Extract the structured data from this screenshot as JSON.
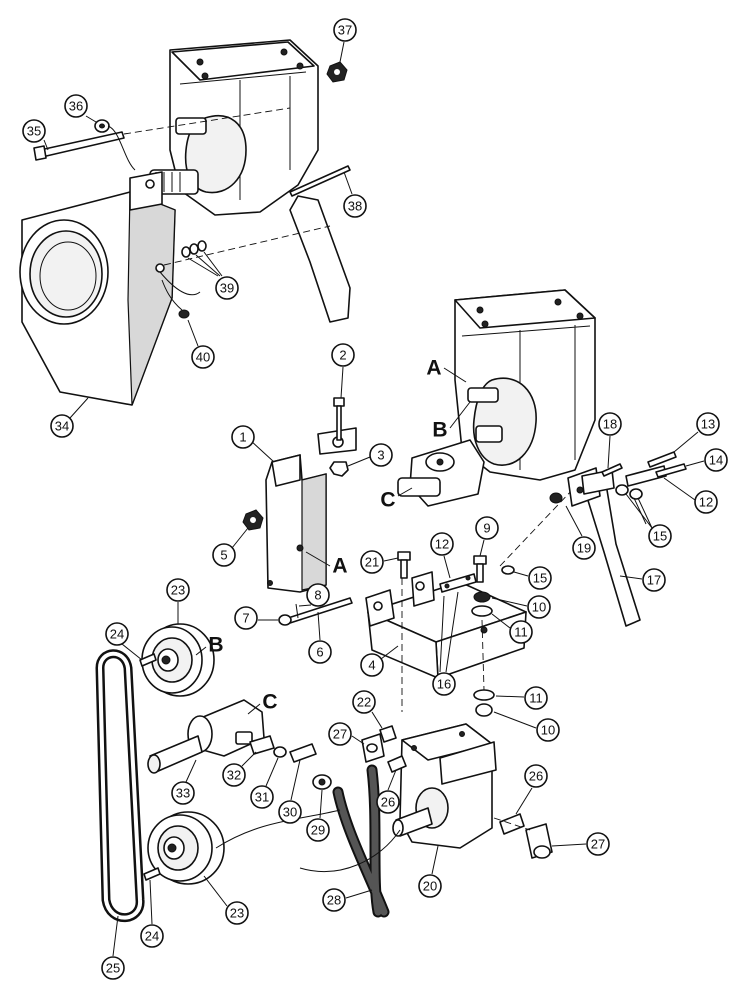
{
  "callouts": [
    "1",
    "2",
    "3",
    "4",
    "5",
    "6",
    "7",
    "8",
    "9",
    "10",
    "10",
    "11",
    "11",
    "12",
    "12",
    "13",
    "14",
    "15",
    "15",
    "15",
    "16",
    "17",
    "18",
    "19",
    "20",
    "21",
    "22",
    "23",
    "23",
    "24",
    "24",
    "25",
    "26",
    "26",
    "27",
    "27",
    "28",
    "29",
    "30",
    "31",
    "32",
    "33",
    "34",
    "35",
    "36",
    "37",
    "38",
    "39",
    "40"
  ],
  "refs": [
    "A",
    "A",
    "B",
    "B",
    "C",
    "C"
  ],
  "icons": {
    "gearbox": "gearbox-housing-icon",
    "guard": "belt-guard-icon",
    "pulley": "pulley-icon",
    "belt": "v-belt-icon",
    "hose": "hydraulic-hose-icon"
  }
}
